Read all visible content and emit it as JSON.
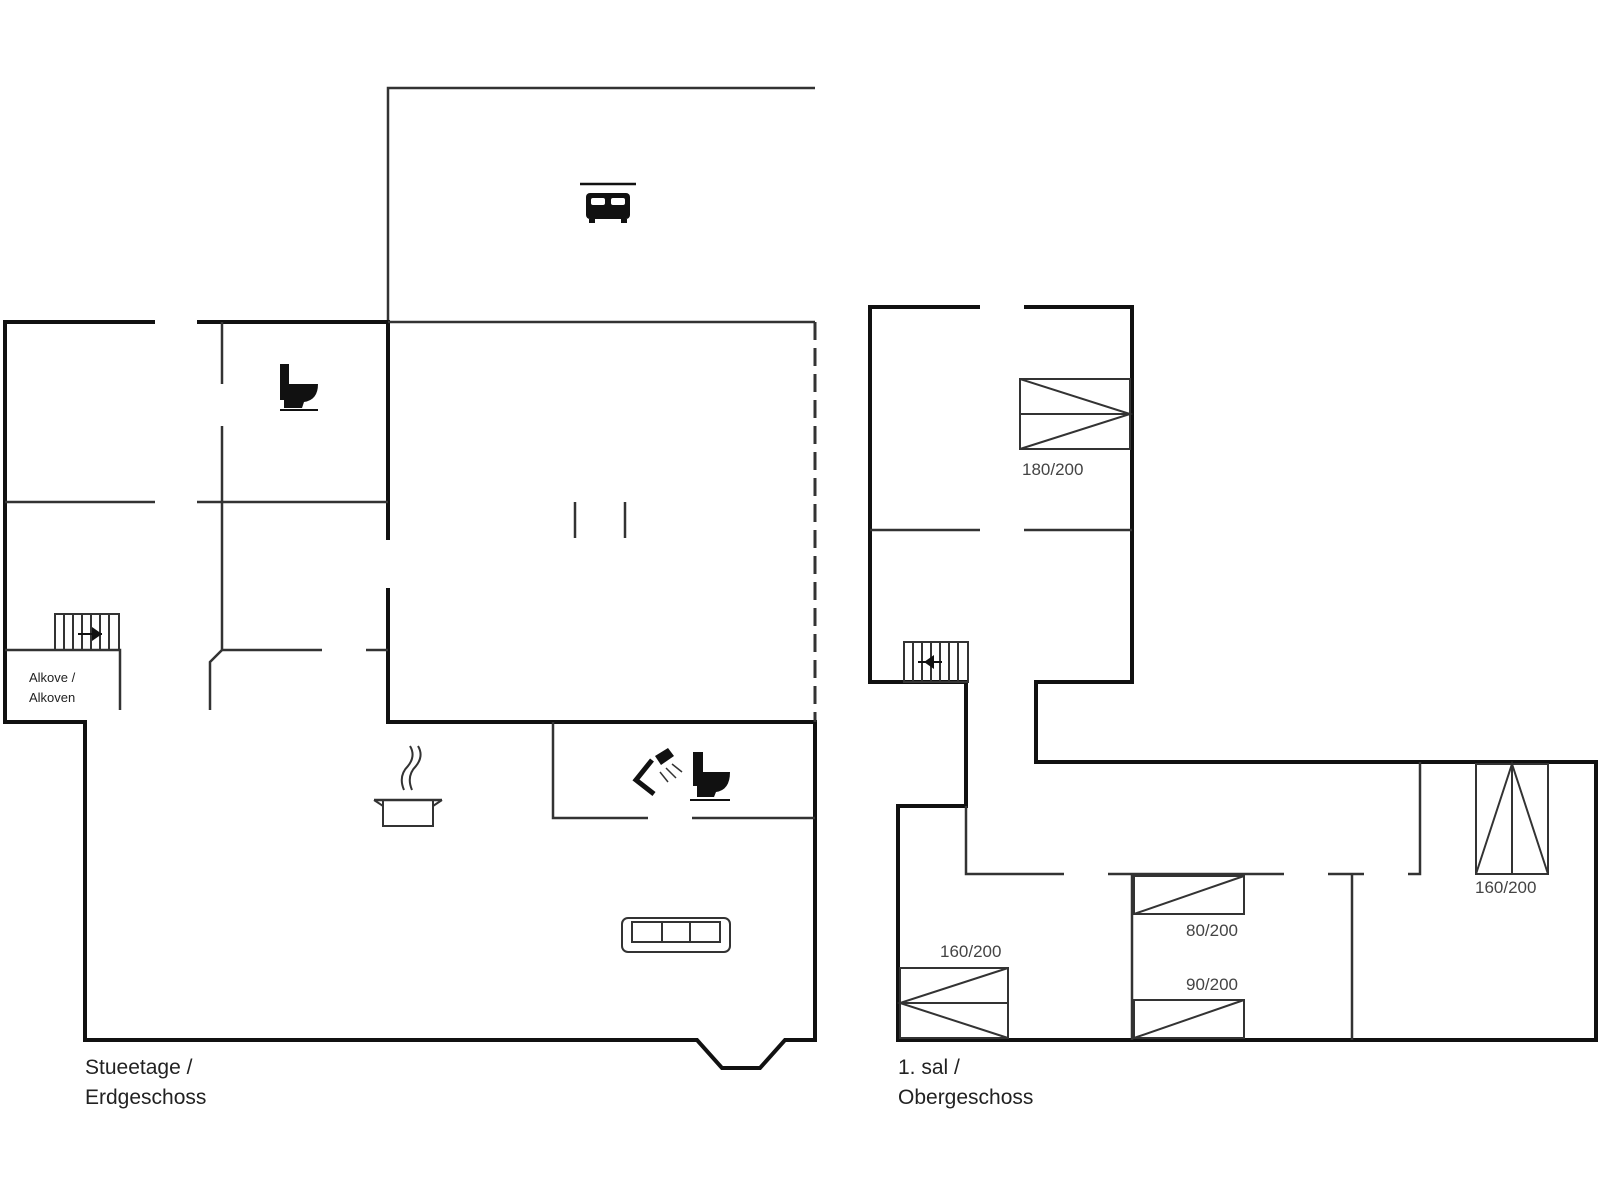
{
  "ground_floor": {
    "label_line1": "Stueetage /",
    "label_line2": "Erdgeschoss",
    "alcove_line1": "Alkove /",
    "alcove_line2": "Alkoven"
  },
  "upper_floor": {
    "label_line1": "1. sal /",
    "label_line2": "Obergeschoss",
    "beds": [
      "180/200",
      "160/200",
      "80/200",
      "90/200",
      "160/200"
    ]
  },
  "icons": [
    "double-bed-icon",
    "toilet-icon",
    "shower-icon",
    "cooking-pot-icon",
    "sofa-icon",
    "staircase-icon"
  ]
}
